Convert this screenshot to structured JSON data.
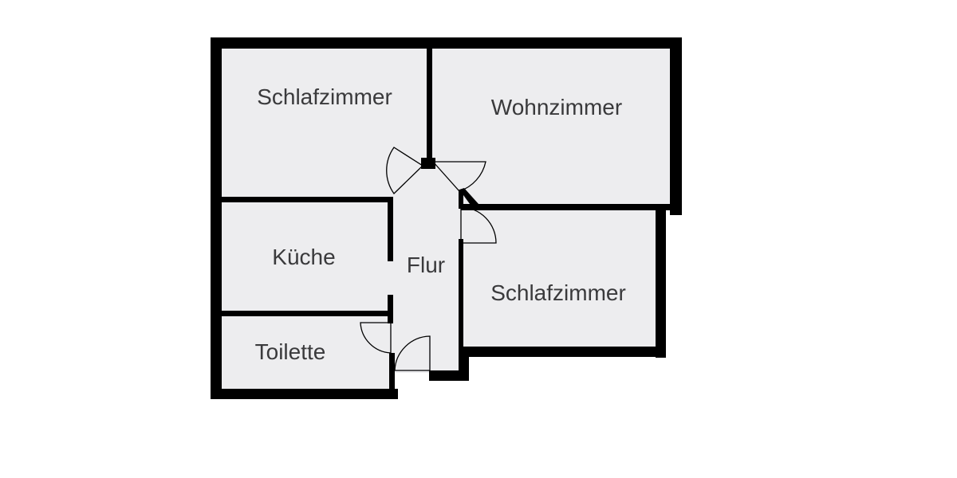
{
  "floorplan": {
    "rooms": {
      "bedroom_top": "Schlafzimmer",
      "living_room": "Wohnzimmer",
      "kitchen": "Küche",
      "hallway": "Flur",
      "bedroom_right": "Schlafzimmer",
      "toilet": "Toilette"
    },
    "colors": {
      "wall": "#000000",
      "floor": "#ededef",
      "label": "#3a3a3c",
      "background": "#ffffff"
    }
  }
}
